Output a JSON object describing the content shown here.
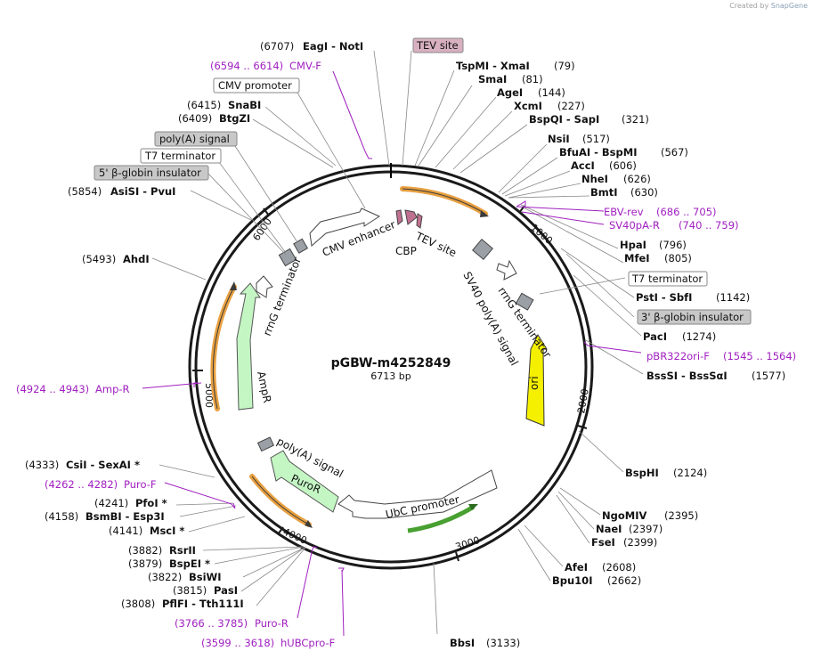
{
  "credit": {
    "prefix": "Created by",
    "brand": "SnapGene"
  },
  "plasmid": {
    "name": "pGBW-m4252849",
    "length": 6713,
    "size_label": "6713 bp"
  },
  "ticks": [
    "1000",
    "2000",
    "3000",
    "4000",
    "5000",
    "6000"
  ],
  "colors": {
    "ring": "#1a1a1a",
    "site_text": "#111111",
    "primer": "#a020c0",
    "gray_feature": "#9aa0a6",
    "label_box": "#c8c8c8",
    "tev_box": "#d8b0c0"
  },
  "sites": [
    {
      "num": "(6707)",
      "name": "EagI - NotI"
    },
    {
      "num": "(6594 .. 6614)",
      "name": "CMV-F"
    },
    {
      "name": "CMV promoter"
    },
    {
      "num": "(6415)",
      "name": "SnaBI"
    },
    {
      "num": "(6409)",
      "name": "BtgZI"
    },
    {
      "name": "poly(A) signal"
    },
    {
      "name": "T7 terminator"
    },
    {
      "name": "5' β-globin insulator"
    },
    {
      "num": "(5854)",
      "name": "AsiSI - PvuI"
    },
    {
      "num": "(5493)",
      "name": "AhdI"
    },
    {
      "num": "(4924 .. 4943)",
      "name": "Amp-R"
    },
    {
      "num": "(4333)",
      "name": "CsiI - SexAI *"
    },
    {
      "num": "(4262 .. 4282)",
      "name": "Puro-F"
    },
    {
      "num": "(4241)",
      "name": "PfoI *"
    },
    {
      "num": "(4158)",
      "name": "BsmBI - Esp3I"
    },
    {
      "num": "(4141)",
      "name": "MscI *"
    },
    {
      "num": "(3882)",
      "name": "RsrII"
    },
    {
      "num": "(3879)",
      "name": "BspEI *"
    },
    {
      "num": "(3822)",
      "name": "BsiWI"
    },
    {
      "num": "(3815)",
      "name": "PasI"
    },
    {
      "num": "(3808)",
      "name": "PflFI - Tth111I"
    },
    {
      "num": "(3766 .. 3785)",
      "name": "Puro-R"
    },
    {
      "num": "(3599 .. 3618)",
      "name": "hUBCpro-F"
    },
    {
      "name": "TEV site"
    },
    {
      "name": "TspMI - XmaI",
      "num": "(79)"
    },
    {
      "name": "SmaI",
      "num": "(81)"
    },
    {
      "name": "AgeI",
      "num": "(144)"
    },
    {
      "name": "XcmI",
      "num": "(227)"
    },
    {
      "name": "BspQI - SapI",
      "num": "(321)"
    },
    {
      "name": "NsiI",
      "num": "(517)"
    },
    {
      "name": "BfuAI - BspMI",
      "num": "(567)"
    },
    {
      "name": "AccI",
      "num": "(606)"
    },
    {
      "name": "NheI",
      "num": "(626)"
    },
    {
      "name": "BmtI",
      "num": "(630)"
    },
    {
      "name": "EBV-rev",
      "num": "(686 .. 705)"
    },
    {
      "name": "SV40pA-R",
      "num": "(740 .. 759)"
    },
    {
      "name": "HpaI",
      "num": "(796)"
    },
    {
      "name": "MfeI",
      "num": "(805)"
    },
    {
      "name": "T7 terminator"
    },
    {
      "name": "PstI - SbfI",
      "num": "(1142)"
    },
    {
      "name": "3' β-globin insulator"
    },
    {
      "name": "PacI",
      "num": "(1274)"
    },
    {
      "name": "pBR322ori-F",
      "num": "(1545 .. 1564)"
    },
    {
      "name": "BssSI - BssSαI",
      "num": "(1577)"
    },
    {
      "name": "BspHI",
      "num": "(2124)"
    },
    {
      "name": "NgoMIV",
      "num": "(2395)"
    },
    {
      "name": "NaeI",
      "num": "(2397)"
    },
    {
      "name": "FseI",
      "num": "(2399)"
    },
    {
      "name": "AfeI",
      "num": "(2608)"
    },
    {
      "name": "Bpu10I",
      "num": "(2662)"
    },
    {
      "name": "BbsI",
      "num": "(3133)"
    }
  ],
  "features": [
    "CMV enhancer",
    "CBP",
    "TEV site",
    "SV40 poly(A) signal",
    "rrnG terminator",
    "ori",
    "UbC promoter",
    "PuroR",
    "poly(A) signal",
    "AmpR",
    "rrnG terminator"
  ]
}
